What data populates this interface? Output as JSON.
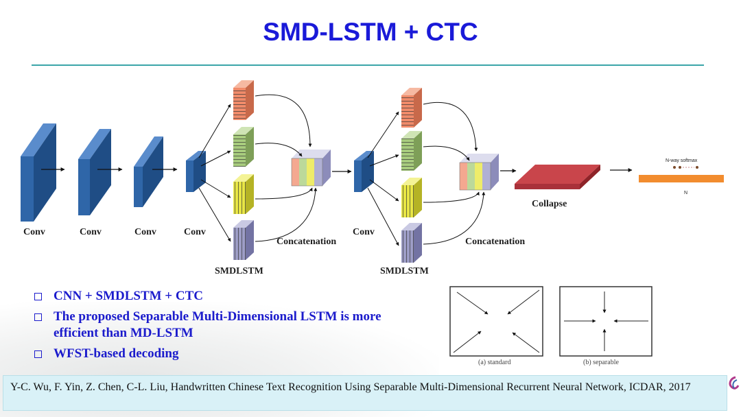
{
  "slide": {
    "title": "SMD-LSTM + CTC"
  },
  "diagram": {
    "labels": {
      "conv1": "Conv",
      "conv2": "Conv",
      "conv3": "Conv",
      "conv4": "Conv",
      "conv5": "Conv",
      "smdlstm1": "SMDLSTM",
      "smdlstm2": "SMDLSTM",
      "concat1": "Concatenation",
      "concat2": "Concatenation",
      "collapse": "Collapse",
      "softmax": "N-way softmax",
      "n_label": "N"
    },
    "inset": {
      "caption_a": "(a) standard",
      "caption_b": "(b) separable"
    }
  },
  "bullets": [
    "CNN + SMDLSTM + CTC",
    "The proposed Separable Multi-Dimensional LSTM is more efficient than MD-LSTM",
    "WFST-based decoding"
  ],
  "citation": "Y-C. Wu, F. Yin, Z. Chen, C-L. Liu, Handwritten Chinese Text Recognition Using Separable Multi-Dimensional Recurrent Neural Network, ICDAR, 2017",
  "colors": {
    "title": "#1a1ad8",
    "rule": "#3aa5a8",
    "conv": "#2f66a8",
    "lstm_orange": "#f08b6a",
    "lstm_green": "#a8cc7e",
    "lstm_yellow": "#e8e645",
    "lstm_purple": "#9d9dc6",
    "collapse": "#b8383e",
    "softmax_bar": "#f28c2e",
    "bullet_text": "#1b1bcc",
    "citation_bg": "#d9f1f7"
  }
}
